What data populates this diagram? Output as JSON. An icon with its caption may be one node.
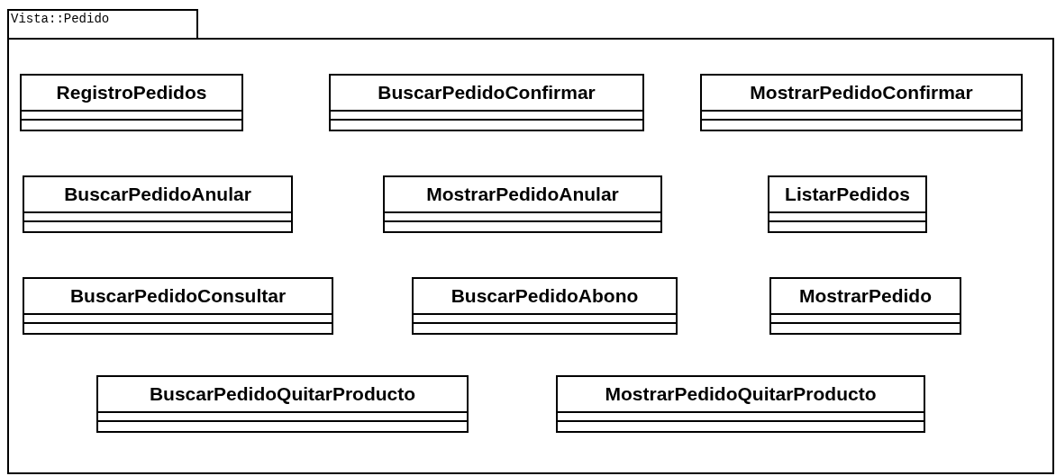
{
  "diagram": {
    "nodes": [
      {
        "text": [
          "Vista::Pedido"
        ]
      },
      {
        "text": [
          "RegistroPedidos"
        ],
        "in": 0
      },
      {
        "text": [
          "BuscarPedidoConfirmar"
        ],
        "in": 0
      },
      {
        "text": [
          "MostrarPedidoConfirmar"
        ],
        "in": 0
      },
      {
        "text": [
          "BuscarPedidoAnular"
        ],
        "in": 0
      },
      {
        "text": [
          "MostrarPedidoAnular"
        ],
        "in": 0
      },
      {
        "text": [
          "ListarPedidos"
        ],
        "in": 0
      },
      {
        "text": [
          "BuscarPedidoConsultar"
        ],
        "in": 0
      },
      {
        "text": [
          "BuscarPedidoAbono"
        ],
        "in": 0
      },
      {
        "text": [
          "MostrarPedido"
        ],
        "in": 0
      },
      {
        "text": [
          "BuscarPedidoQuitarProducto"
        ],
        "in": 0
      },
      {
        "text": [
          "MostrarPedidoQuitarProducto"
        ],
        "in": 0
      }
    ]
  }
}
